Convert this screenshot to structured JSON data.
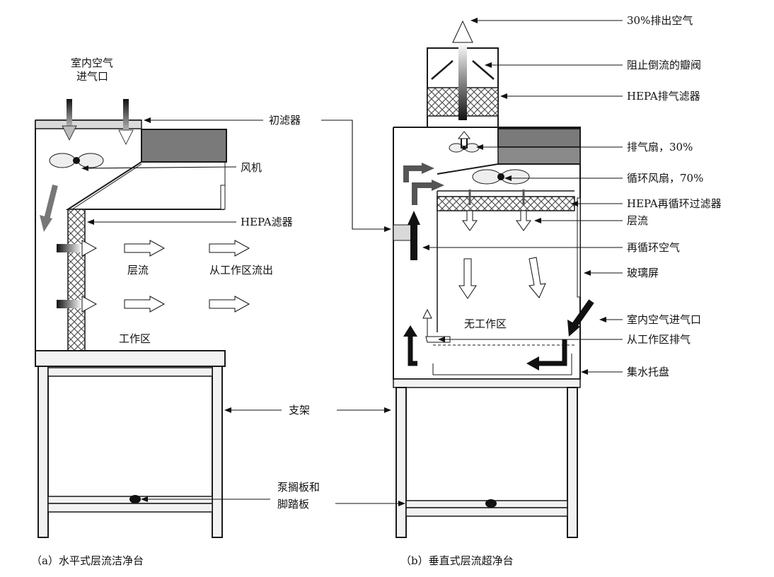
{
  "colors": {
    "line": "#1a1a1a",
    "filter_top": "#d9d9d9",
    "dark_block": "#7a7a7a",
    "mesh": "#8c8c8c",
    "frame_fill": "#f2f2f2",
    "fan_fill": "#eeeeee"
  },
  "left_panel": {
    "caption": "（a）水平式层流洁净台",
    "inlet_label_1": "室内空气",
    "inlet_label_2": "进气口",
    "laminar_flow": "层流",
    "outflow": "从工作区流出",
    "work_zone": "工作区"
  },
  "right_panel": {
    "caption": "（b）垂直式层流超净台",
    "no_work_zone": "无工作区"
  },
  "shared_labels": {
    "pre_filter": "初滤器",
    "support": "支架",
    "pump_board_1": "泵搁板和",
    "pump_board_2": "脚踏板",
    "fan": "风机",
    "hepa": "HEPA滤器"
  },
  "right_labels": [
    "30%排出空气",
    "阻止倒流的瓣阀",
    "HEPA排气滤器",
    "排气扇，30%",
    "循环风扇，70%",
    "HEPA再循环过滤器",
    "层流",
    "再循环空气",
    "玻璃屏",
    "室内空气进气口",
    "从工作区排气",
    "集水托盘"
  ]
}
